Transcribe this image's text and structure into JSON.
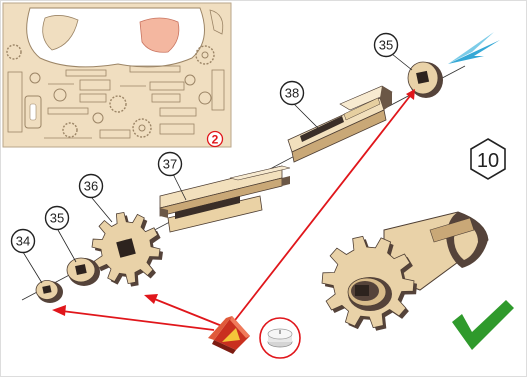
{
  "sheet": {
    "number": "2"
  },
  "step": {
    "number": "10"
  },
  "parts": [
    {
      "id": "34",
      "label": "34"
    },
    {
      "id": "35a",
      "label": "35"
    },
    {
      "id": "36",
      "label": "36"
    },
    {
      "id": "37",
      "label": "37"
    },
    {
      "id": "38",
      "label": "38"
    },
    {
      "id": "35b",
      "label": "35"
    }
  ],
  "icons": {
    "glue": "glue-tube-icon",
    "wax": "candle-wax-icon",
    "done": "checkmark-icon",
    "arrow": "blue-arrow-icon"
  },
  "colors": {
    "wood": "#e9d2a8",
    "wood_dark": "#c9a877",
    "edge": "#55433a",
    "guide_red": "#e0161b",
    "check_green": "#2f9a2c",
    "arrow_blue": "#35a8d6"
  }
}
